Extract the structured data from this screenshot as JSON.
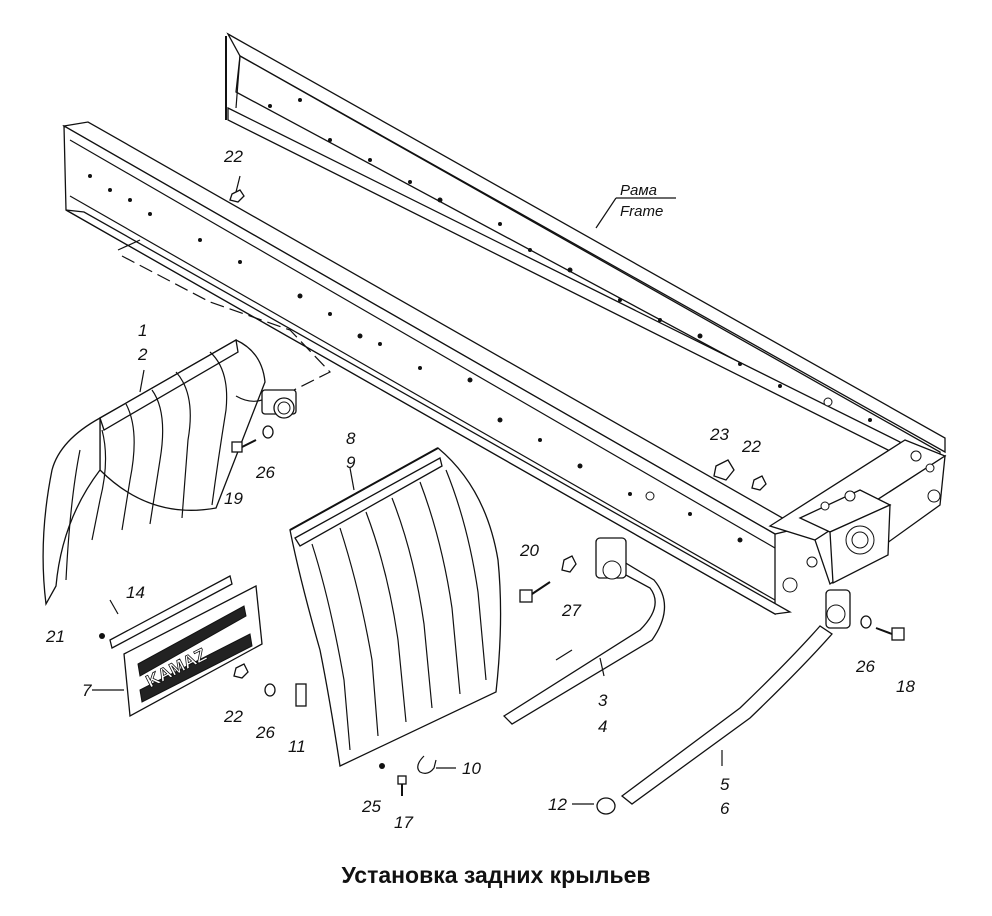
{
  "title": "Установка задних крыльев",
  "frame_label": {
    "ru": "Рама",
    "en": "Frame"
  },
  "logo_text": "KAMAZ",
  "callouts": {
    "c1": "1",
    "c2": "2",
    "c3": "3",
    "c4": "4",
    "c5": "5",
    "c6": "6",
    "c7": "7",
    "c8": "8",
    "c9": "9",
    "c10": "10",
    "c11": "11",
    "c12": "12",
    "c14": "14",
    "c17": "17",
    "c18": "18",
    "c19": "19",
    "c20": "20",
    "c21": "21",
    "c22a": "22",
    "c22b": "22",
    "c22c": "22",
    "c23": "23",
    "c25": "25",
    "c26a": "26",
    "c26b": "26",
    "c26c": "26",
    "c27": "27"
  }
}
